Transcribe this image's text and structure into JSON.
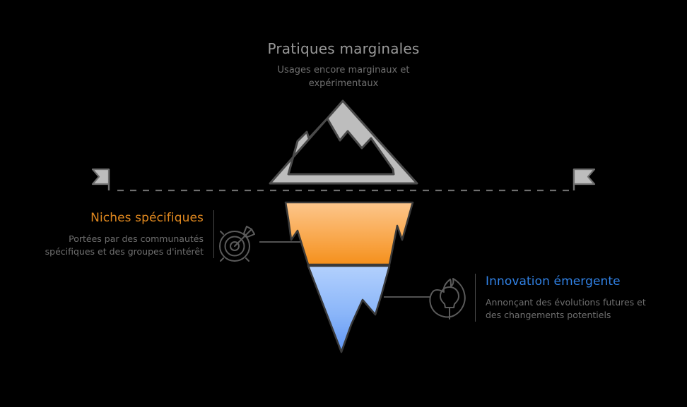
{
  "diagram": {
    "type": "iceberg",
    "theme_colors": {
      "background": "#000000",
      "surface_gray": "#bdbdbd",
      "surface_gray_stroke": "#4a4a4a",
      "tier2_orange_light": "#fbc184",
      "tier2_orange_dark": "#f6921e",
      "tier3_blue_light": "#b0cffd",
      "tier3_blue_dark": "#6298f5",
      "title_gray": "#999999",
      "title_orange": "#e0881f",
      "title_blue": "#3182e6",
      "body_text_gray": "#6f6f6f",
      "waterline": "#6e6e6e",
      "connector": "#6e6e6e",
      "divider": "#4a4a4a"
    },
    "waterline": {
      "style": "dashed",
      "left_marker_icon": "flag-left-icon",
      "right_marker_icon": "flag-right-icon"
    },
    "tiers": [
      {
        "id": "tier-surface",
        "position": "above-water",
        "title": "Pratiques marginales",
        "subtitle": "Usages encore marginaux et expérimentaux",
        "title_color": "#999999",
        "shape_icon": "mountain-peak-icon",
        "icon": null
      },
      {
        "id": "tier-niches",
        "position": "below-water-upper",
        "title": "Niches spécifiques",
        "subtitle": "Portées par des communautés spécifiques et des groupes d'intérêt",
        "title_color": "#e0881f",
        "shape_icon": "iceberg-orange-segment",
        "icon": "target-arrow-icon"
      },
      {
        "id": "tier-innovation",
        "position": "below-water-lower",
        "title": "Innovation émergente",
        "subtitle": "Annonçant des évolutions futures et des changements potentiels",
        "title_color": "#3182e6",
        "shape_icon": "iceberg-blue-segment",
        "icon": "flame-bulb-icon"
      }
    ]
  }
}
